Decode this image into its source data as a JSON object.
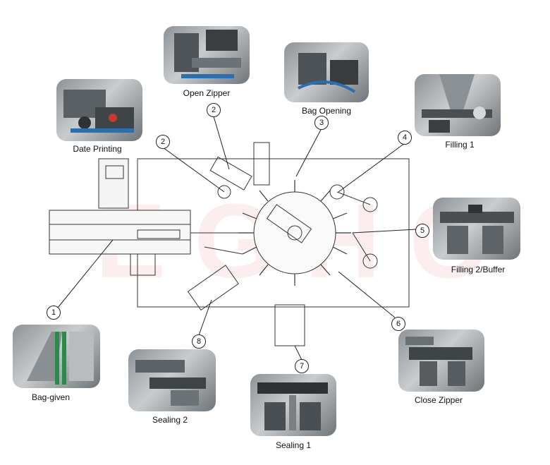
{
  "watermark": "EGHC",
  "stations": [
    {
      "key": "date-printing",
      "label": "Date Printing",
      "number": "2"
    },
    {
      "key": "open-zipper",
      "label": "Open Zipper",
      "number": "2"
    },
    {
      "key": "bag-opening",
      "label": "Bag Opening",
      "number": "3"
    },
    {
      "key": "filling-1",
      "label": "Filling 1",
      "number": "4"
    },
    {
      "key": "filling-2-buffer",
      "label": "Filling 2/Buffer",
      "number": "5"
    },
    {
      "key": "close-zipper",
      "label": "Close Zipper",
      "number": "6"
    },
    {
      "key": "sealing-1",
      "label": "Sealing 1",
      "number": "7"
    },
    {
      "key": "sealing-2",
      "label": "Sealing 2",
      "number": "8"
    },
    {
      "key": "bag-given",
      "label": "Bag-given",
      "number": "1"
    }
  ]
}
